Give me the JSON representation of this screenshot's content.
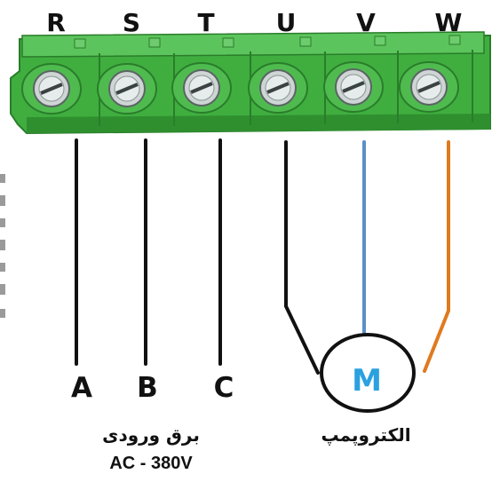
{
  "terminals": [
    {
      "label": "R"
    },
    {
      "label": "S"
    },
    {
      "label": "T"
    },
    {
      "label": "U"
    },
    {
      "label": "V"
    },
    {
      "label": "W"
    }
  ],
  "input_wires": [
    "A",
    "B",
    "C"
  ],
  "motor": {
    "letter": "M",
    "caption": "الکتروپمپ",
    "letter_color": "#2ba1e0"
  },
  "power_input": {
    "caption_fa": "برق ورودی",
    "caption_en": "AC - 380V"
  },
  "colors": {
    "block": "#3fae3f",
    "block_dark": "#2a7d2a",
    "block_light": "#6dcc6d",
    "wire_black": "#111111",
    "wire_blue": "#5b8fc8",
    "wire_orange": "#e07a1f"
  }
}
